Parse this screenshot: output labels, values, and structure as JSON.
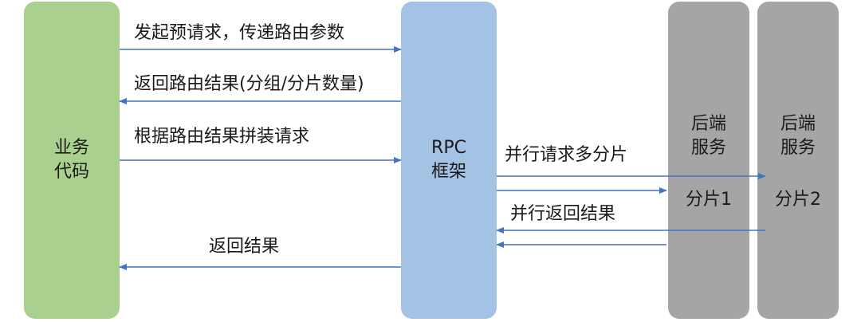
{
  "lanes": {
    "business": "业务\n代码",
    "rpc": "RPC\n框架",
    "backend_1": "后端\n服务",
    "backend_2": "后端\n服务",
    "shard_1": "分片1",
    "shard_2": "分片2"
  },
  "messages": {
    "prerequest": "发起预请求，传递路由参数",
    "route_result": "返回路由结果(分组/分片数量)",
    "assemble": "根据路由结果拼装请求",
    "return_result": "返回结果",
    "parallel_request": "并行请求多分片",
    "parallel_return": "并行返回结果"
  },
  "colors": {
    "business_lane": "#a9d08e",
    "rpc_lane": "#a4c2e4",
    "backend_lane": "#a5a5a5",
    "arrow": "#4472c4"
  }
}
